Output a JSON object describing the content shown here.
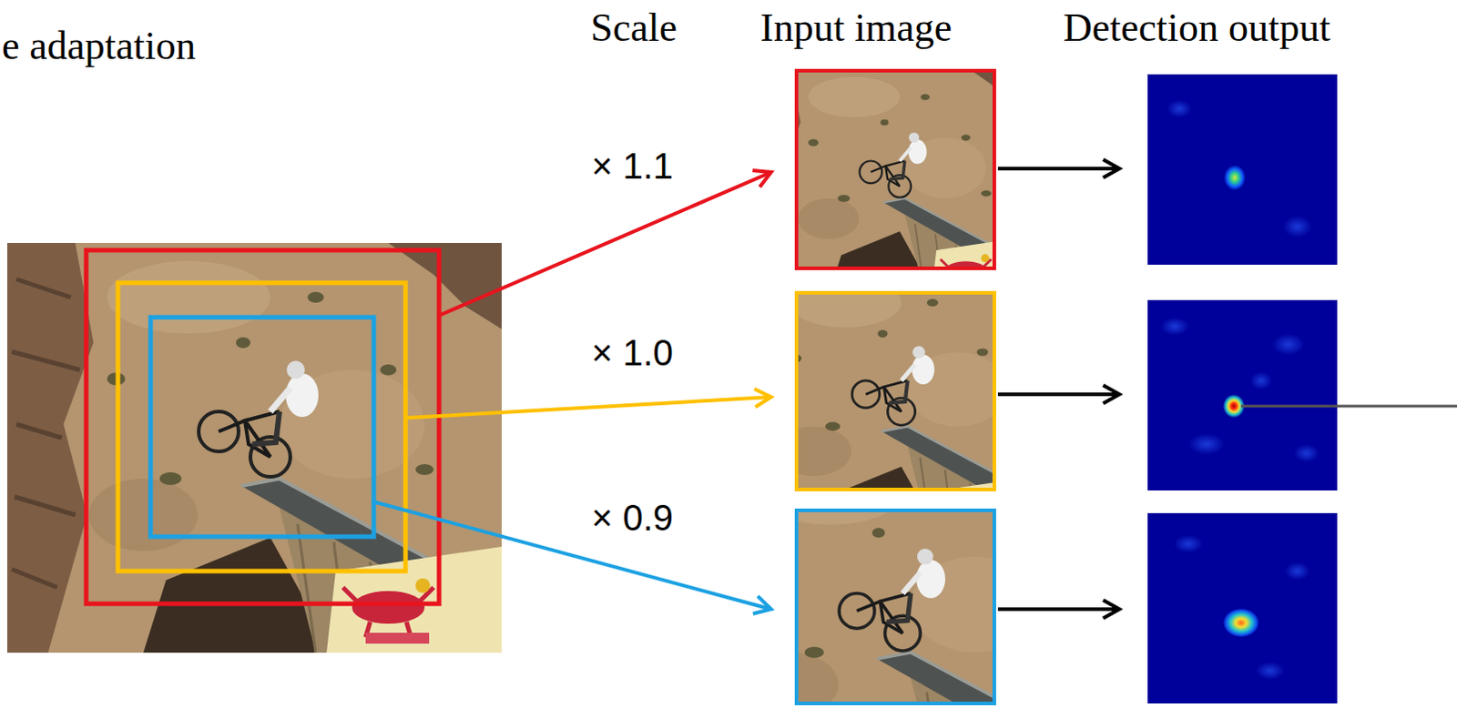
{
  "diagram": {
    "labels": [
      "e adaptation",
      "Scale",
      "Input image",
      "Detection output",
      "× 1.1",
      "× 1.0",
      "× 0.9"
    ]
  }
}
